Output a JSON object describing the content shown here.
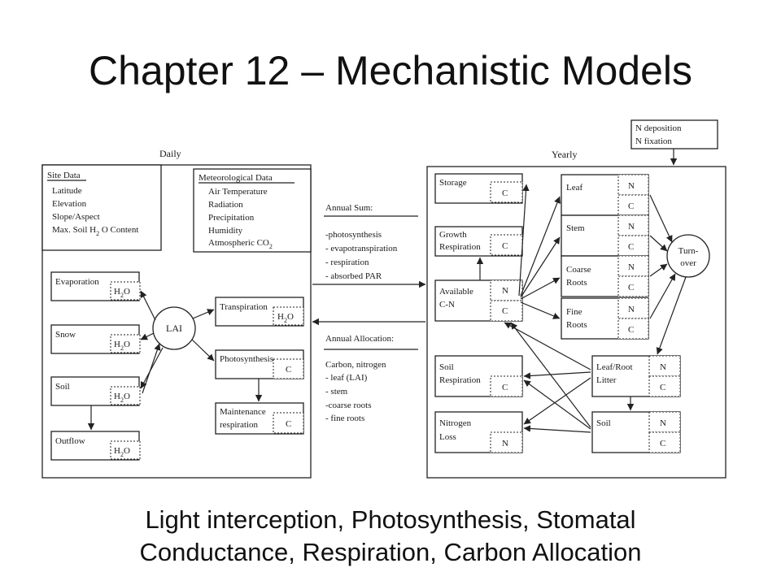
{
  "title": "Chapter 12 – Mechanistic Models",
  "caption": {
    "line1": "Light interception, Photosynthesis, Stomatal",
    "line2": "Conductance, Respiration, Carbon Allocation"
  },
  "diagram": {
    "daily_label": "Daily",
    "yearly_label": "Yearly",
    "site_data": {
      "title": "Site Data",
      "items": [
        "Latitude",
        "Elevation",
        "Slope/Aspect"
      ],
      "soil_water": {
        "pre": "Max. Soil H",
        "sub": "2",
        "post": " O Content"
      }
    },
    "met_data": {
      "title": "Meteorological Data",
      "items": [
        "Air Temperature",
        "Radiation",
        "Precipitation",
        "Humidity"
      ],
      "co2": {
        "pre": "Atmospheric CO",
        "sub": "2"
      }
    },
    "water_tag": {
      "main": "H",
      "sub": "2",
      "end": "O"
    },
    "daily": {
      "evaporation": "Evaporation",
      "snow": "Snow",
      "soil": "Soil",
      "outflow": "Outflow",
      "lai": "LAI",
      "transpiration": "Transpiration",
      "photosynthesis": "Photosynthesis",
      "maintenance_1": "Maintenance",
      "maintenance_2": "respiration",
      "carbon_tag": "C"
    },
    "annual_sum": {
      "title": "Annual Sum:",
      "items": [
        "-photosynthesis",
        "- evapotranspiration",
        "- respiration",
        "- absorbed PAR"
      ]
    },
    "annual_allocation": {
      "title": "Annual Allocation:",
      "items": [
        "Carbon, nitrogen",
        "- leaf (LAI)",
        "- stem",
        "-coarse roots",
        "- fine roots"
      ]
    },
    "n_inputs": [
      "N deposition",
      "N fixation"
    ],
    "yearly": {
      "storage": "Storage",
      "growth_1": "Growth",
      "growth_2": "Respiration",
      "available_1": "Available",
      "available_2": "C-N",
      "soil_resp_1": "Soil",
      "soil_resp_2": "Respiration",
      "n_loss_1": "Nitrogen",
      "n_loss_2": "Loss",
      "leaf": "Leaf",
      "stem": "Stem",
      "coarse_1": "Coarse",
      "coarse_2": "Roots",
      "fine_1": "Fine",
      "fine_2": "Roots",
      "turnover_1": "Turn-",
      "turnover_2": "over",
      "litter_1": "Leaf/Root",
      "litter_2": "Litter",
      "soil": "Soil",
      "c_tag": "C",
      "n_tag": "N"
    }
  }
}
